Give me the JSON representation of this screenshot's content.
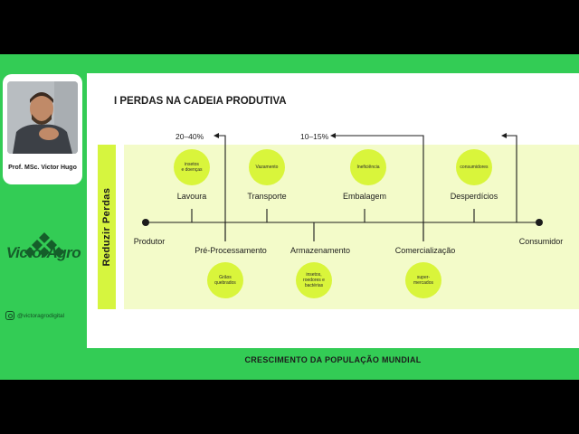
{
  "presenter": {
    "name": "Prof. MSc. Victor Hugo"
  },
  "brand": {
    "logo_text": "VictorAgro",
    "instagram": "@victoragrodigital"
  },
  "slide": {
    "title": "I PERDAS NA CADEIA PRODUTIVA",
    "side_label": "Reduzir Perdas",
    "percentages": [
      "20–40%",
      "10–15%"
    ],
    "endpoints": {
      "start": "Produtor",
      "end": "Consumidor"
    },
    "stages_top": [
      "Lavoura",
      "Transporte",
      "Embalagem",
      "Desperdícios"
    ],
    "stages_bottom": [
      "Pré-Processamento",
      "Armazenamento",
      "Comercialização"
    ],
    "causes_top": [
      "insetos\ne doenças",
      "Vazamento",
      "Ineficiência",
      "consumidores"
    ],
    "causes_bottom": [
      "Grãos\nquebrados",
      "insetos,\nroedores e\nbactérias",
      "super-\nmercados"
    ]
  },
  "caption": "CRESCIMENTO DA POPULAÇÃO MUNDIAL",
  "colors": {
    "green": "#33cc55",
    "highlight": "#d9f53b",
    "panel": "#f3fbc9"
  }
}
